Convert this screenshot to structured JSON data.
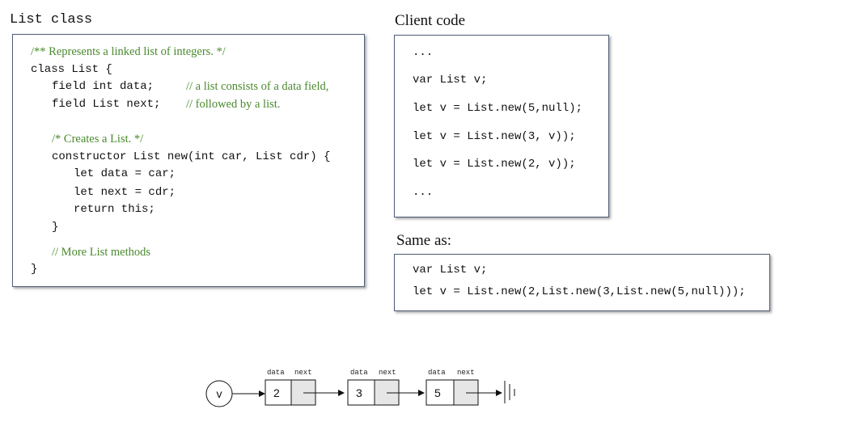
{
  "list_panel": {
    "title": "List class",
    "lines": [
      "/** Represents a linked list of integers. */",
      "class List {",
      "field int data;",
      "// a list consists of a data field,",
      "field List next;",
      "// followed by a list.",
      "/* Creates a List. */",
      "constructor List new(int car, List cdr) {",
      "let data = car;",
      "let next = cdr;",
      "return this;",
      "}",
      "// More List methods",
      "}"
    ]
  },
  "client_panel": {
    "title": "Client code",
    "lines": [
      "...",
      "var List v;",
      "let v = List.new(5,null);",
      "let v = List.new(3, v));",
      "let v = List.new(2, v));",
      "..."
    ]
  },
  "same_panel": {
    "title": "Same as:",
    "lines": [
      "var List v;",
      "let v = List.new(2,List.new(3,List.new(5,null)));"
    ]
  },
  "diagram": {
    "variable": "v",
    "field_labels": [
      "data",
      "next"
    ],
    "node_values": [
      "2",
      "3",
      "5"
    ],
    "colors": {
      "stroke": "#111111",
      "pointer_field": "#e6e6e6"
    }
  }
}
